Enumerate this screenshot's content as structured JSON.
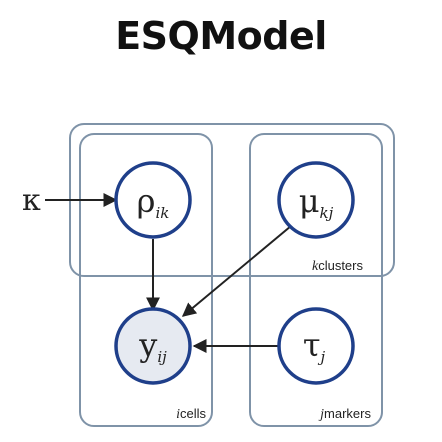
{
  "title": "ESQModel",
  "nodes": {
    "kappa": {
      "symbol": "κ"
    },
    "rho": {
      "symbol": "ρ",
      "subscript": "ik"
    },
    "mu": {
      "symbol": "μ",
      "subscript": "kj"
    },
    "y": {
      "symbol": "y",
      "subscript": "ij",
      "observed": true
    },
    "tau": {
      "symbol": "τ",
      "subscript": "j"
    }
  },
  "plates": {
    "clusters": {
      "var": "k",
      "label": "clusters"
    },
    "cells": {
      "var": "i",
      "label": "cells"
    },
    "markers": {
      "var": "j",
      "label": "markers"
    }
  },
  "edges": [
    {
      "from": "kappa",
      "to": "rho"
    },
    {
      "from": "rho",
      "to": "y"
    },
    {
      "from": "mu",
      "to": "y"
    },
    {
      "from": "tau",
      "to": "y"
    }
  ],
  "colors": {
    "plate_stroke": "#7f93a8",
    "node_stroke": "#1f3f8a",
    "observed_fill": "#e6eaf1",
    "edge": "#222222"
  }
}
